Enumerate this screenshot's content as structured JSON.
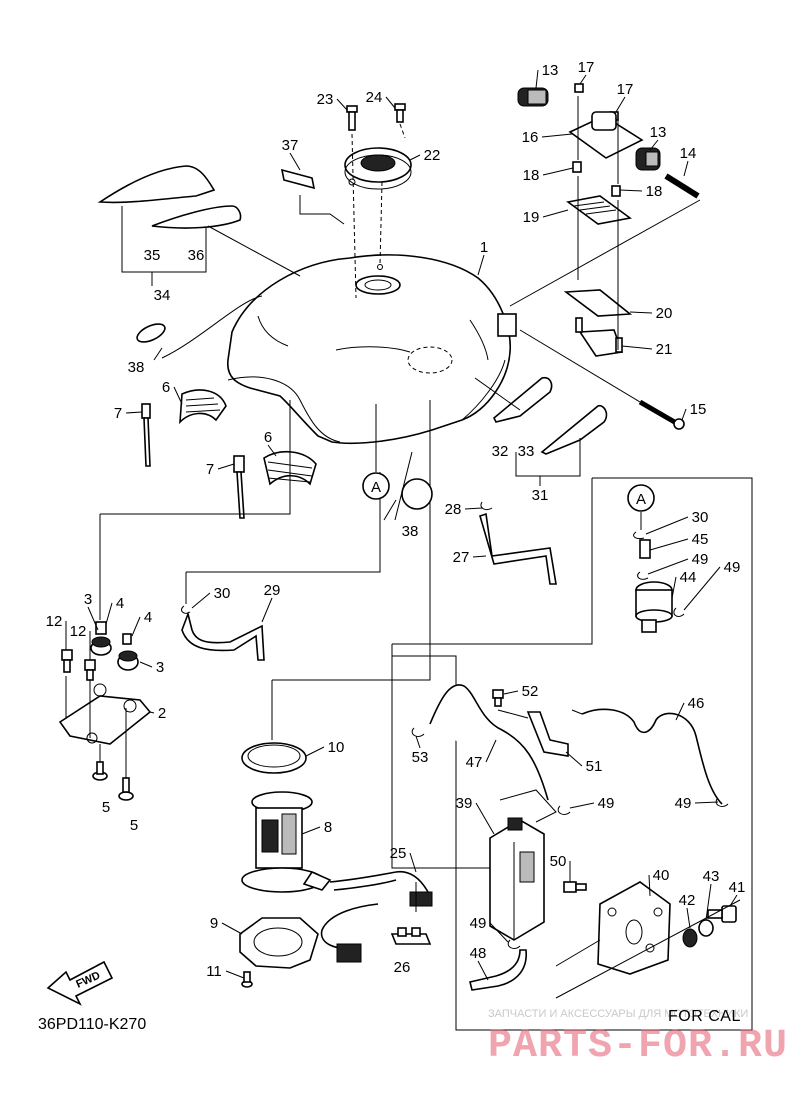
{
  "diagram_code": "36PD110-K270",
  "for_cal_label": "FOR CAL",
  "fwd_label": "FWD",
  "circle_ref_label": "A",
  "watermark": {
    "small_text": "ЗАПЧАСТИ И АКСЕССУАРЫ ДЛЯ МОТОТЕХНИКИ",
    "brand_text": "PARTS-FOR.RU"
  },
  "callouts": [
    {
      "id": "c1",
      "text": "1"
    },
    {
      "id": "c2",
      "text": "2"
    },
    {
      "id": "c3a",
      "text": "3"
    },
    {
      "id": "c3b",
      "text": "3"
    },
    {
      "id": "c4a",
      "text": "4"
    },
    {
      "id": "c4b",
      "text": "4"
    },
    {
      "id": "c5a",
      "text": "5"
    },
    {
      "id": "c5b",
      "text": "5"
    },
    {
      "id": "c6a",
      "text": "6"
    },
    {
      "id": "c6b",
      "text": "6"
    },
    {
      "id": "c7a",
      "text": "7"
    },
    {
      "id": "c7b",
      "text": "7"
    },
    {
      "id": "c8",
      "text": "8"
    },
    {
      "id": "c9",
      "text": "9"
    },
    {
      "id": "c10",
      "text": "10"
    },
    {
      "id": "c11",
      "text": "11"
    },
    {
      "id": "c12a",
      "text": "12"
    },
    {
      "id": "c12b",
      "text": "12"
    },
    {
      "id": "c13a",
      "text": "13"
    },
    {
      "id": "c13b",
      "text": "13"
    },
    {
      "id": "c14",
      "text": "14"
    },
    {
      "id": "c15",
      "text": "15"
    },
    {
      "id": "c16",
      "text": "16"
    },
    {
      "id": "c17a",
      "text": "17"
    },
    {
      "id": "c17b",
      "text": "17"
    },
    {
      "id": "c18a",
      "text": "18"
    },
    {
      "id": "c18b",
      "text": "18"
    },
    {
      "id": "c19",
      "text": "19"
    },
    {
      "id": "c20",
      "text": "20"
    },
    {
      "id": "c21",
      "text": "21"
    },
    {
      "id": "c22",
      "text": "22"
    },
    {
      "id": "c23",
      "text": "23"
    },
    {
      "id": "c24",
      "text": "24"
    },
    {
      "id": "c25",
      "text": "25"
    },
    {
      "id": "c26",
      "text": "26"
    },
    {
      "id": "c27",
      "text": "27"
    },
    {
      "id": "c28",
      "text": "28"
    },
    {
      "id": "c29",
      "text": "29"
    },
    {
      "id": "c30a",
      "text": "30"
    },
    {
      "id": "c30b",
      "text": "30"
    },
    {
      "id": "c31",
      "text": "31"
    },
    {
      "id": "c32",
      "text": "32"
    },
    {
      "id": "c33",
      "text": "33"
    },
    {
      "id": "c34",
      "text": "34"
    },
    {
      "id": "c35",
      "text": "35"
    },
    {
      "id": "c36",
      "text": "36"
    },
    {
      "id": "c37",
      "text": "37"
    },
    {
      "id": "c38a",
      "text": "38"
    },
    {
      "id": "c38b",
      "text": "38"
    },
    {
      "id": "c39",
      "text": "39"
    },
    {
      "id": "c40",
      "text": "40"
    },
    {
      "id": "c41",
      "text": "41"
    },
    {
      "id": "c42",
      "text": "42"
    },
    {
      "id": "c43",
      "text": "43"
    },
    {
      "id": "c44",
      "text": "44"
    },
    {
      "id": "c45",
      "text": "45"
    },
    {
      "id": "c46",
      "text": "46"
    },
    {
      "id": "c47",
      "text": "47"
    },
    {
      "id": "c48",
      "text": "48"
    },
    {
      "id": "c49a",
      "text": "49"
    },
    {
      "id": "c49b",
      "text": "49"
    },
    {
      "id": "c49c",
      "text": "49"
    },
    {
      "id": "c49d",
      "text": "49"
    },
    {
      "id": "c49e",
      "text": "49"
    },
    {
      "id": "c50",
      "text": "50"
    },
    {
      "id": "c51",
      "text": "51"
    },
    {
      "id": "c52",
      "text": "52"
    },
    {
      "id": "c53",
      "text": "53"
    }
  ]
}
